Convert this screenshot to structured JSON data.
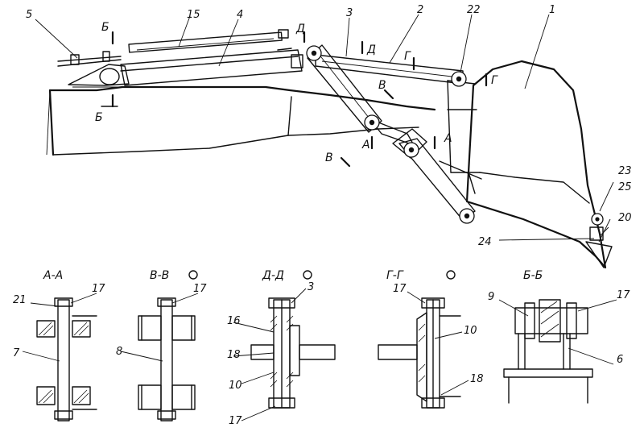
{
  "main_view": {
    "callouts": {
      "c1": "1",
      "c2": "2",
      "c3": "3",
      "c4": "4",
      "c5": "5",
      "c15": "15",
      "c20": "20",
      "c22": "22",
      "c23": "23",
      "c24": "24",
      "c25": "25"
    },
    "cut_marks": {
      "b_top": "Б",
      "b_bottom": "Б",
      "d_left": "Д",
      "d_right": "Д",
      "g_left": "Г",
      "g_right": "Г",
      "v_top": "В",
      "v_bottom": "В",
      "a_left": "А",
      "a_right": "А"
    }
  },
  "sections": {
    "aa": {
      "title": "А-А",
      "labels": {
        "l21": "21",
        "l17": "17",
        "l7": "7"
      }
    },
    "vv": {
      "title": "В-В",
      "labels": {
        "l17": "17",
        "l8": "8"
      }
    },
    "dd": {
      "title": "Д-Д",
      "labels": {
        "l3": "3",
        "l16": "16",
        "l18": "18",
        "l10": "10",
        "l17": "17"
      }
    },
    "gg": {
      "title": "Г-Г",
      "labels": {
        "l17": "17",
        "l10": "10",
        "l18": "18"
      }
    },
    "bb": {
      "title": "Б-Б",
      "labels": {
        "l9": "9",
        "l17": "17",
        "l6": "6"
      }
    }
  }
}
